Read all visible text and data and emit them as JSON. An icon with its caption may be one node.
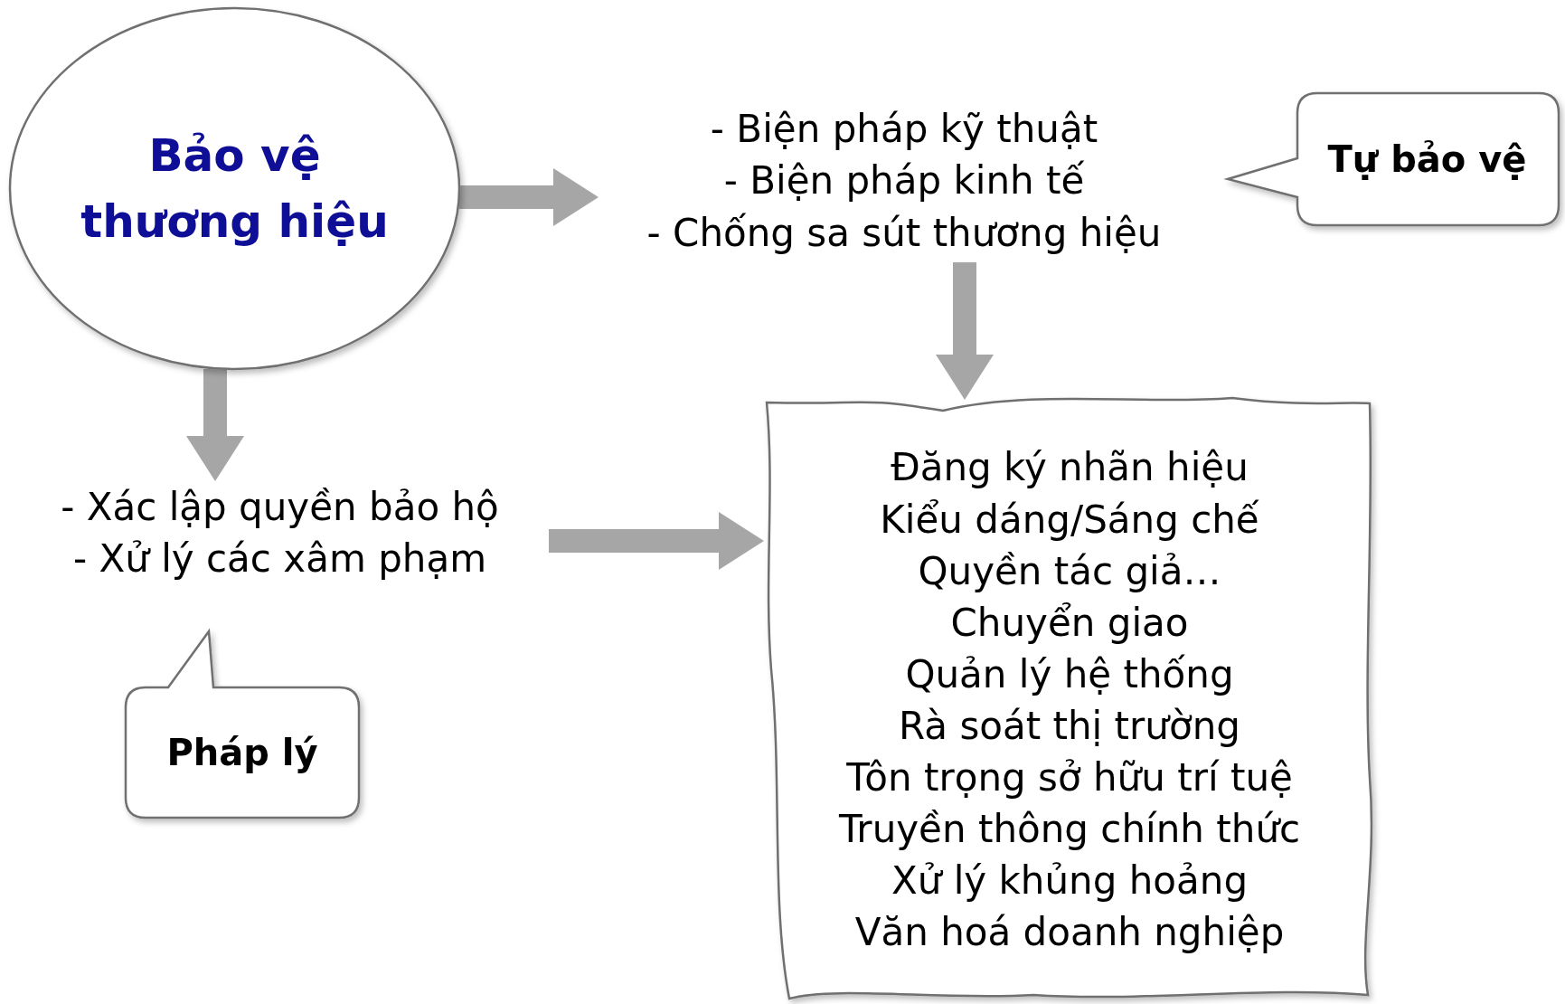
{
  "diagram": {
    "nodes": [
      {
        "text": [
          "Bảo vệ thương hiệu"
        ]
      },
      {
        "text": [
          "- Biện pháp kỹ thuật",
          "- Biện pháp kinh tế",
          "- Chống sa sút thương hiệu"
        ]
      },
      {
        "text": [
          "Tự bảo vệ"
        ]
      },
      {
        "text": [
          "- Xác lập quyền bảo hộ",
          "- Xử lý các xâm phạm"
        ]
      },
      {
        "text": [
          "Pháp lý"
        ]
      },
      {
        "text": [
          "Đăng ký nhãn hiệu",
          "Kiểu dáng/Sáng chế",
          "Quyền tác giả…",
          "Chuyển giao",
          "Quản lý hệ thống",
          "Rà soát thị trường",
          "Tôn trọng sở hữu trí tuệ",
          "Truyền thông chính thức",
          "Xử lý khủng hoảng",
          "Văn hoá doanh nghiệp"
        ]
      }
    ],
    "edges": [
      {
        "from": 0,
        "to": 1,
        "arrow": "to"
      },
      {
        "from": 1,
        "to": 5,
        "arrow": "to"
      },
      {
        "from": 0,
        "to": 3,
        "arrow": "to"
      },
      {
        "from": 3,
        "to": 5,
        "arrow": "to"
      }
    ]
  }
}
